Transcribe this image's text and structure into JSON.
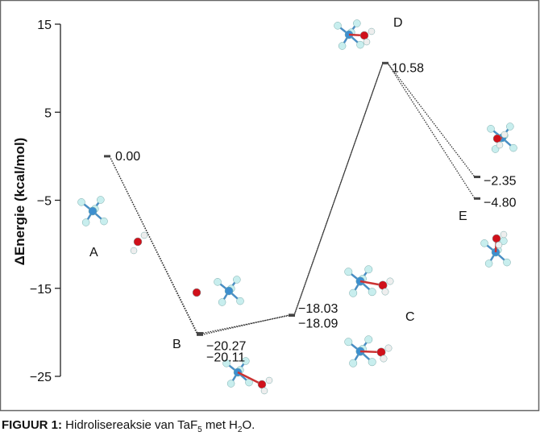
{
  "chart_data": {
    "type": "line",
    "title": "",
    "ylabel": "ΔEnergie (kcal/mol)",
    "xlabel": "",
    "ylim": [
      -25,
      15
    ],
    "yticks": [
      15,
      5,
      -5,
      -15,
      -25
    ],
    "ytick_labels": [
      "15",
      "5",
      "−5",
      "−15",
      "−25"
    ],
    "grid": false,
    "states": [
      {
        "label": "A",
        "levels": [
          0.0
        ],
        "level_labels": [
          "0.00"
        ]
      },
      {
        "label": "B",
        "levels": [
          -20.27,
          -20.11
        ],
        "level_labels": [
          "−20.27",
          "−20.11"
        ]
      },
      {
        "label": "C",
        "levels": [
          -18.03,
          -18.09
        ],
        "level_labels": [
          "−18.03",
          "−18.09"
        ]
      },
      {
        "label": "D",
        "levels": [
          10.58
        ],
        "level_labels": [
          "10.58"
        ]
      },
      {
        "label": "E",
        "levels": [
          -2.35,
          -4.8
        ],
        "level_labels": [
          "−2.35",
          "−4.80"
        ]
      }
    ],
    "paths": [
      [
        0.0,
        -20.27,
        -18.03,
        10.58,
        -2.35
      ],
      [
        0.0,
        -20.11,
        -18.09,
        10.58,
        -4.8
      ]
    ]
  },
  "caption": {
    "label": "FIGUUR 1:",
    "text_1": " Hidrolisereaksie van TaF",
    "sub_1": "5",
    "text_2": " met H",
    "sub_2": "2",
    "text_3": "O."
  }
}
